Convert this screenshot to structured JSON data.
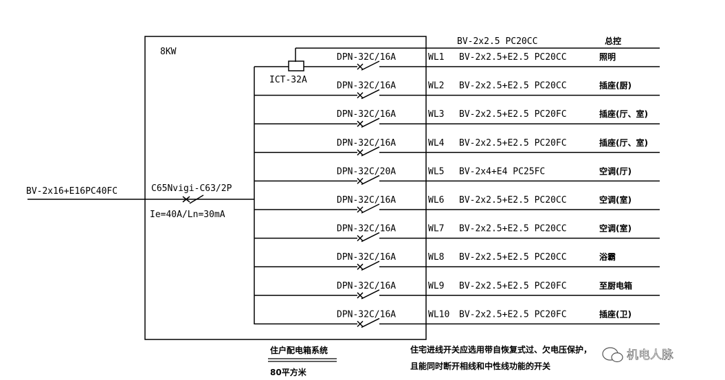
{
  "panel": {
    "power": "8KW",
    "incoming_cable": "BV-2x16+E16PC40FC",
    "main_breaker": "C65Nvigi-C63/2P",
    "main_breaker_rating": "Ie=40A/Ln=30mA",
    "contactor": "ICT-32A"
  },
  "main_line": {
    "cable": "BV-2x2.5  PC20CC",
    "purpose": "总控"
  },
  "circuits": [
    {
      "breaker": "DPN-32C/16A",
      "id": "WL1",
      "cable": "BV-2x2.5+E2.5  PC20CC",
      "purpose": "照明"
    },
    {
      "breaker": "DPN-32C/16A",
      "id": "WL2",
      "cable": "BV-2x2.5+E2.5  PC20CC",
      "purpose": "插座(厨)"
    },
    {
      "breaker": "DPN-32C/16A",
      "id": "WL3",
      "cable": "BV-2x2.5+E2.5  PC20FC",
      "purpose": "插座(厅、室)"
    },
    {
      "breaker": "DPN-32C/16A",
      "id": "WL4",
      "cable": "BV-2x2.5+E2.5  PC20FC",
      "purpose": "插座(厅、室)"
    },
    {
      "breaker": "DPN-32C/20A",
      "id": "WL5",
      "cable": "BV-2x4+E4  PC25FC",
      "purpose": "空调(厅)"
    },
    {
      "breaker": "DPN-32C/16A",
      "id": "WL6",
      "cable": "BV-2x2.5+E2.5  PC20CC",
      "purpose": "空调(室)"
    },
    {
      "breaker": "DPN-32C/16A",
      "id": "WL7",
      "cable": "BV-2x2.5+E2.5  PC20CC",
      "purpose": "空调(室)"
    },
    {
      "breaker": "DPN-32C/16A",
      "id": "WL8",
      "cable": "BV-2x2.5+E2.5  PC20CC",
      "purpose": "浴霸"
    },
    {
      "breaker": "DPN-32C/16A",
      "id": "WL9",
      "cable": "BV-2x2.5+E2.5  PC20FC",
      "purpose": "至厨电箱"
    },
    {
      "breaker": "DPN-32C/16A",
      "id": "WL10",
      "cable": "BV-2x2.5+E2.5  PC20FC",
      "purpose": "插座(卫)"
    }
  ],
  "footer": {
    "title": "住户配电箱系统",
    "area": "80平方米",
    "note_line1": "住宅进线开关应选用带自恢复式过、欠电压保护，",
    "note_line2": "且能同时断开相线和中性线功能的开关",
    "watermark": "机电人脉"
  }
}
